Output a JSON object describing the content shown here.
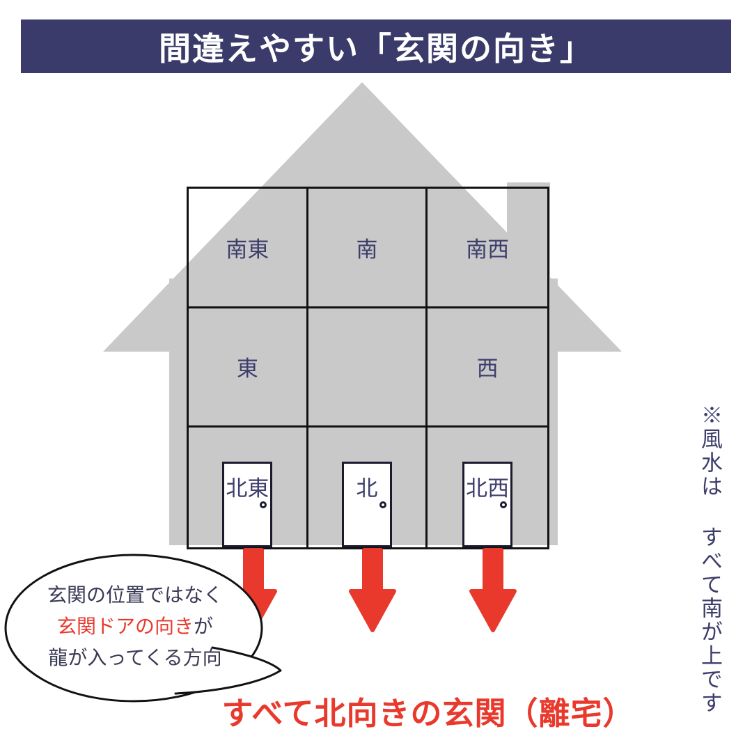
{
  "banner": {
    "title": "間違えやすい「玄関の向き」",
    "bg_color": "#3b3b6b",
    "text_color": "#ffffff"
  },
  "house_grid": {
    "rows": [
      [
        "南東",
        "南",
        "南西"
      ],
      [
        "東",
        "",
        "西"
      ],
      [
        "北東",
        "北",
        "北西"
      ]
    ],
    "label_color": "#3d3d6b",
    "door_count": 3
  },
  "arrows": {
    "direction": "down",
    "count": 3,
    "color": "#e9392c"
  },
  "speech_bubble": {
    "line1": "玄関の位置ではなく",
    "line2_highlight": "玄関ドアの向き",
    "line2_tail": "が",
    "line3": "龍が入ってくる方向",
    "highlight_color": "#e9392c"
  },
  "caption": {
    "text": "すべて北向きの玄関（離宅）",
    "color": "#e9392c"
  },
  "side_note": {
    "text": "※風水は すべて南が上です",
    "color": "#3d3d6b"
  },
  "colors": {
    "house_gray": "#c9c9ca",
    "grid_line": "#121212",
    "navy": "#3d3d6b",
    "red": "#e9392c"
  }
}
